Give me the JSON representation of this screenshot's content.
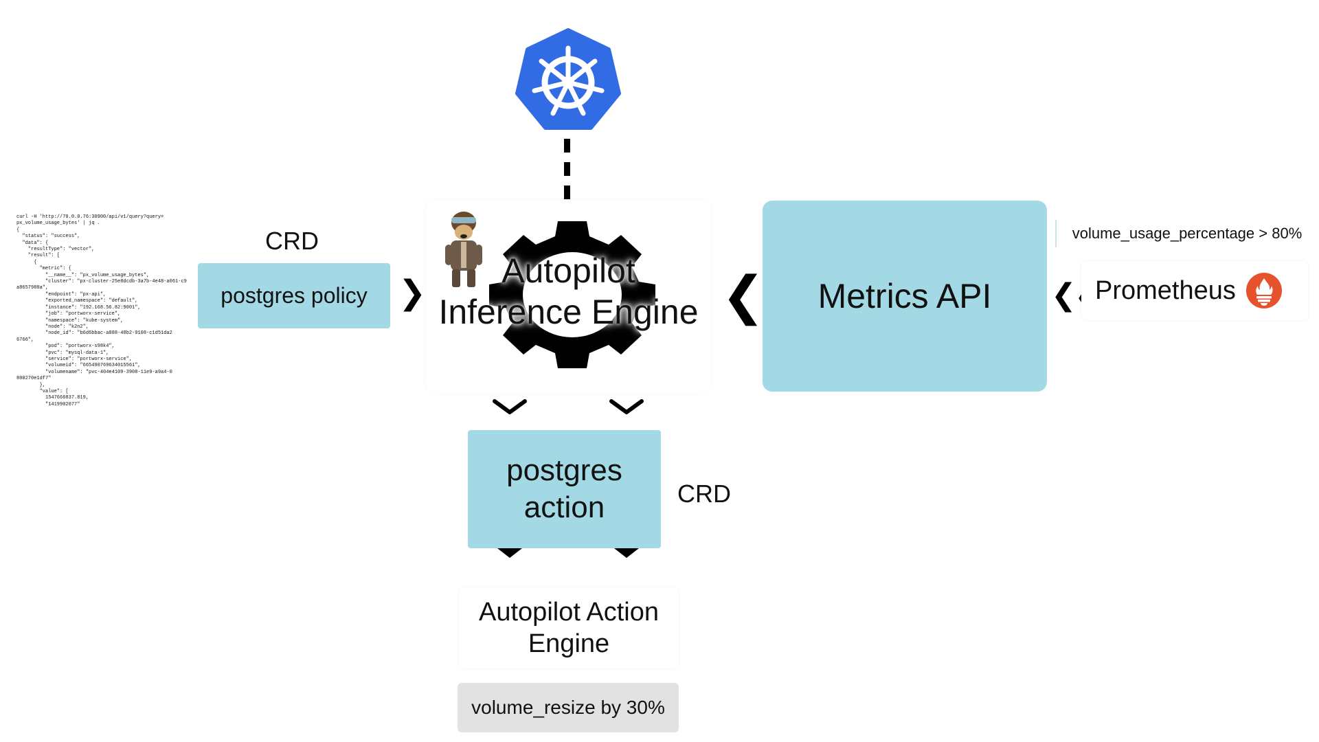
{
  "json_snippet": [
    "curl -H 'http://70.0.0.76:30900/api/v1/query?query=",
    "px_volume_usage_bytes' | jq .",
    "{",
    "  \"status\": \"success\",",
    "  \"data\": {",
    "    \"resultType\": \"vector\",",
    "    \"result\": [",
    "      {",
    "        \"metric\": {",
    "          \"__name__\": \"px_volume_usage_bytes\",",
    "          \"cluster\": \"px-cluster-25e8dcdb-3a7b-4e48-a061-c9",
    "a8657988a\",",
    "          \"endpoint\": \"px-api\",",
    "          \"exported_namespace\": \"default\",",
    "          \"instance\": \"192.168.56.82:9001\",",
    "          \"job\": \"portworx-service\",",
    "          \"namespace\": \"kube-system\",",
    "          \"node\": \"k2n2\",",
    "          \"node_id\": \"b6d6bbac-a888-48b2-9108-c1d51da2",
    "6766\",",
    "          \"pod\": \"portworx-s98k4\",",
    "          \"pvc\": \"mysql-data-1\",",
    "          \"service\": \"portworx-service\",",
    "          \"volumeid\": \"665490769634015561\",",
    "          \"volumename\": \"pvc-404e4109-3908-11e9-a9a4-0",
    "800270e1df7\"",
    "        },",
    "        \"value\": [",
    "          1547666837.819,",
    "          \"1419902077\""
  ],
  "labels": {
    "crd_left": "CRD",
    "crd_right": "CRD",
    "policy": "postgres policy",
    "engine_line1": "Autopilot",
    "engine_line2": "Inference Engine",
    "metrics": "Metrics API",
    "threshold": "volume_usage_percentage > 80%",
    "prometheus": "Prometheus",
    "action_line1": "postgres",
    "action_line2": "action",
    "action_engine_line1": "Autopilot Action",
    "action_engine_line2": "Engine",
    "resize": "volume_resize by 30%"
  },
  "icons": {
    "kubernetes": "kubernetes-logo",
    "prometheus": "prometheus-logo",
    "gear": "gear-icon",
    "mascot": "mascot-illustration"
  },
  "colors": {
    "box_blue": "#a3d9e4",
    "kubernetes_blue": "#326ce5",
    "prometheus_orange": "#e6522c",
    "resize_gray": "#e2e2e2"
  }
}
